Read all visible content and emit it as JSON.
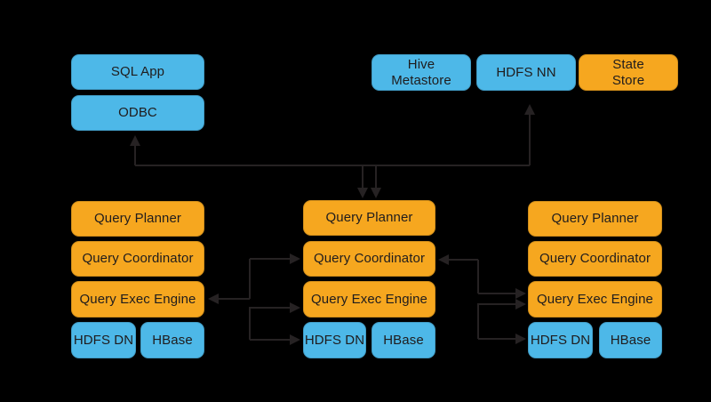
{
  "colors": {
    "background": "#000000",
    "box_blue": "#4DB8E8",
    "box_orange": "#F6A71F",
    "arrow": "#262223",
    "box_text": "#1F1C1D"
  },
  "clients": {
    "sql_app": "SQL App",
    "odbc": "ODBC"
  },
  "services": {
    "hive_metastore": {
      "line1": "Hive",
      "line2": "Metastore"
    },
    "hdfs_nn": {
      "label": "HDFS NN"
    },
    "state_store": {
      "line1": "State",
      "line2": "Store"
    }
  },
  "nodes": [
    {
      "planner": "Query Planner",
      "coordinator": "Query Coordinator",
      "exec_engine": "Query Exec Engine",
      "hdfs_dn": "HDFS DN",
      "hbase": "HBase"
    },
    {
      "planner": "Query Planner",
      "coordinator": "Query Coordinator",
      "exec_engine": "Query Exec Engine",
      "hdfs_dn": "HDFS DN",
      "hbase": "HBase"
    },
    {
      "planner": "Query Planner",
      "coordinator": "Query Coordinator",
      "exec_engine": "Query Exec Engine",
      "hdfs_dn": "HDFS DN",
      "hbase": "HBase"
    }
  ]
}
